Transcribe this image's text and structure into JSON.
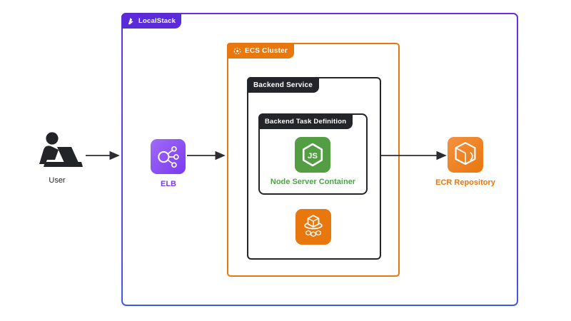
{
  "diagram": {
    "localstack": {
      "label": "LocalStack"
    },
    "user": {
      "label": "User"
    },
    "elb": {
      "label": "ELB"
    },
    "ecs_cluster": {
      "label": "ECS Cluster"
    },
    "backend_service": {
      "label": "Backend Service"
    },
    "backend_task_definition": {
      "label": "Backend Task Definition"
    },
    "node_container": {
      "label": "Node Server Container"
    },
    "ecr_repository": {
      "label": "ECR Repository"
    },
    "arrows": [
      {
        "from": "user",
        "to": "localstack-boundary"
      },
      {
        "from": "elb",
        "to": "ecs-cluster"
      },
      {
        "from": "backend-service",
        "to": "ecr-repository"
      }
    ]
  },
  "colors": {
    "localstack_purple": "#5A2BD9",
    "border_gradient_top": "#6B2BE5",
    "border_gradient_bottom": "#4456E8",
    "aws_orange": "#E8770D",
    "dark": "#23252B",
    "node_green": "#539E43",
    "node_label_green": "#4CA546",
    "elb_purple_light": "#A06AF8",
    "elb_purple_dark": "#7B3AF0",
    "elb_label": "#7C3AED",
    "ecr_orange_light": "#F59140",
    "arrow": "#2B2D33",
    "user_silhouette": "#232428"
  }
}
